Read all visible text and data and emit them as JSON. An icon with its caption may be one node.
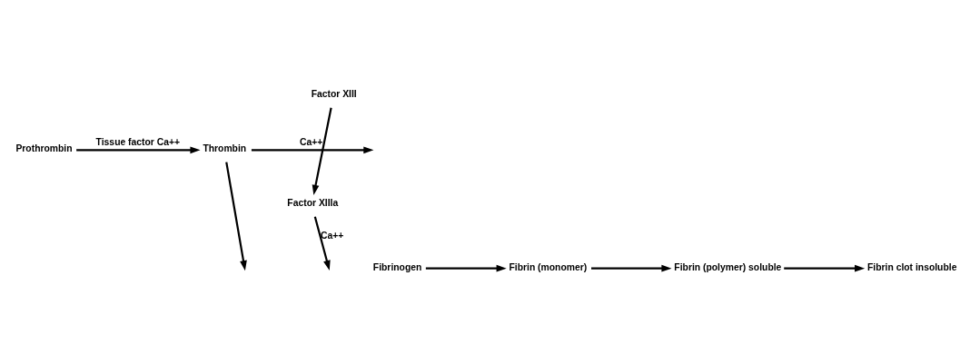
{
  "diagram": {
    "nodes": [
      {
        "text": [
          "Prothrombin"
        ]
      },
      {
        "text": [
          "Thrombin"
        ]
      },
      {
        "text": [
          "Factor XIII"
        ]
      },
      {
        "text": [
          "Factor XIIIa"
        ]
      },
      {
        "text": [
          "Fibrinogen"
        ]
      },
      {
        "text": [
          "Fibrin (monomer)"
        ]
      },
      {
        "text": [
          "Fibrin (polymer) soluble"
        ]
      },
      {
        "text": [
          "Fibrin clot insoluble"
        ]
      }
    ],
    "edges": [
      {
        "from": 0,
        "to": 1,
        "arrow": "to",
        "label": "Tissue factor Ca++"
      },
      {
        "from": 1,
        "to": null,
        "arrow": "to",
        "label": "Ca++"
      },
      {
        "from": 2,
        "to": 3,
        "arrow": "to"
      },
      {
        "from": 1,
        "to": null,
        "arrow": "to"
      },
      {
        "from": 4,
        "to": 5,
        "arrow": "to"
      },
      {
        "from": 5,
        "to": 6,
        "arrow": "to"
      },
      {
        "from": 3,
        "to": null,
        "arrow": "to",
        "label": "Ca++"
      },
      {
        "from": 6,
        "to": 7,
        "arrow": "to"
      }
    ]
  }
}
